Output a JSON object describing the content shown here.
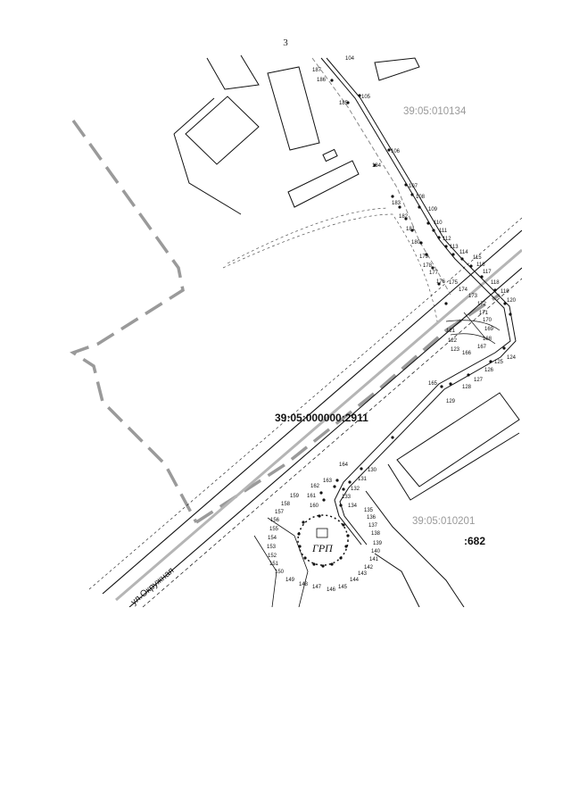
{
  "page": {
    "number": "3"
  },
  "map": {
    "cadastral_main": "39:05:000000:2911",
    "parcels": [
      {
        "id": "parcel-010134",
        "label": "39:05:010134"
      },
      {
        "id": "parcel-010201",
        "label": "39:05:010201"
      }
    ],
    "extra_label": ":682",
    "street": "ул.Окружная",
    "grp_label": "ГРП",
    "points": [
      "104",
      "105",
      "106",
      "107",
      "108",
      "109",
      "110",
      "111",
      "112",
      "113",
      "114",
      "115",
      "116",
      "117",
      "118",
      "119",
      "120",
      "121",
      "122",
      "123",
      "124",
      "125",
      "126",
      "127",
      "128",
      "129",
      "130",
      "131",
      "132",
      "133",
      "134",
      "135",
      "136",
      "137",
      "138",
      "139",
      "140",
      "141",
      "142",
      "143",
      "144",
      "145",
      "146",
      "147",
      "148",
      "149",
      "150",
      "151",
      "152",
      "153",
      "154",
      "155",
      "156",
      "157",
      "158",
      "159",
      "160",
      "161",
      "162",
      "163",
      "164",
      "165",
      "166",
      "167",
      "168",
      "169",
      "170",
      "171",
      "172",
      "173",
      "174",
      "175",
      "176",
      "177",
      "178",
      "179",
      "180",
      "181",
      "182",
      "183",
      "184",
      "185",
      "186",
      "187"
    ]
  }
}
